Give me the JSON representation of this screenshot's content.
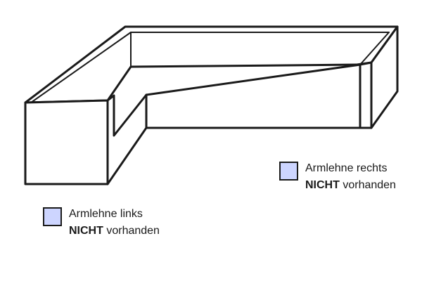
{
  "colors": {
    "outline": "#1a1a1a",
    "fill": "#ffffff",
    "swatch": "#cdd5ff"
  },
  "legend": [
    {
      "id": "right",
      "label": "Armlehne rechts",
      "emphasis": "NICHT",
      "suffix": " vorhanden"
    },
    {
      "id": "left",
      "label": "Armlehne links",
      "emphasis": "NICHT",
      "suffix": " vorhanden"
    }
  ]
}
